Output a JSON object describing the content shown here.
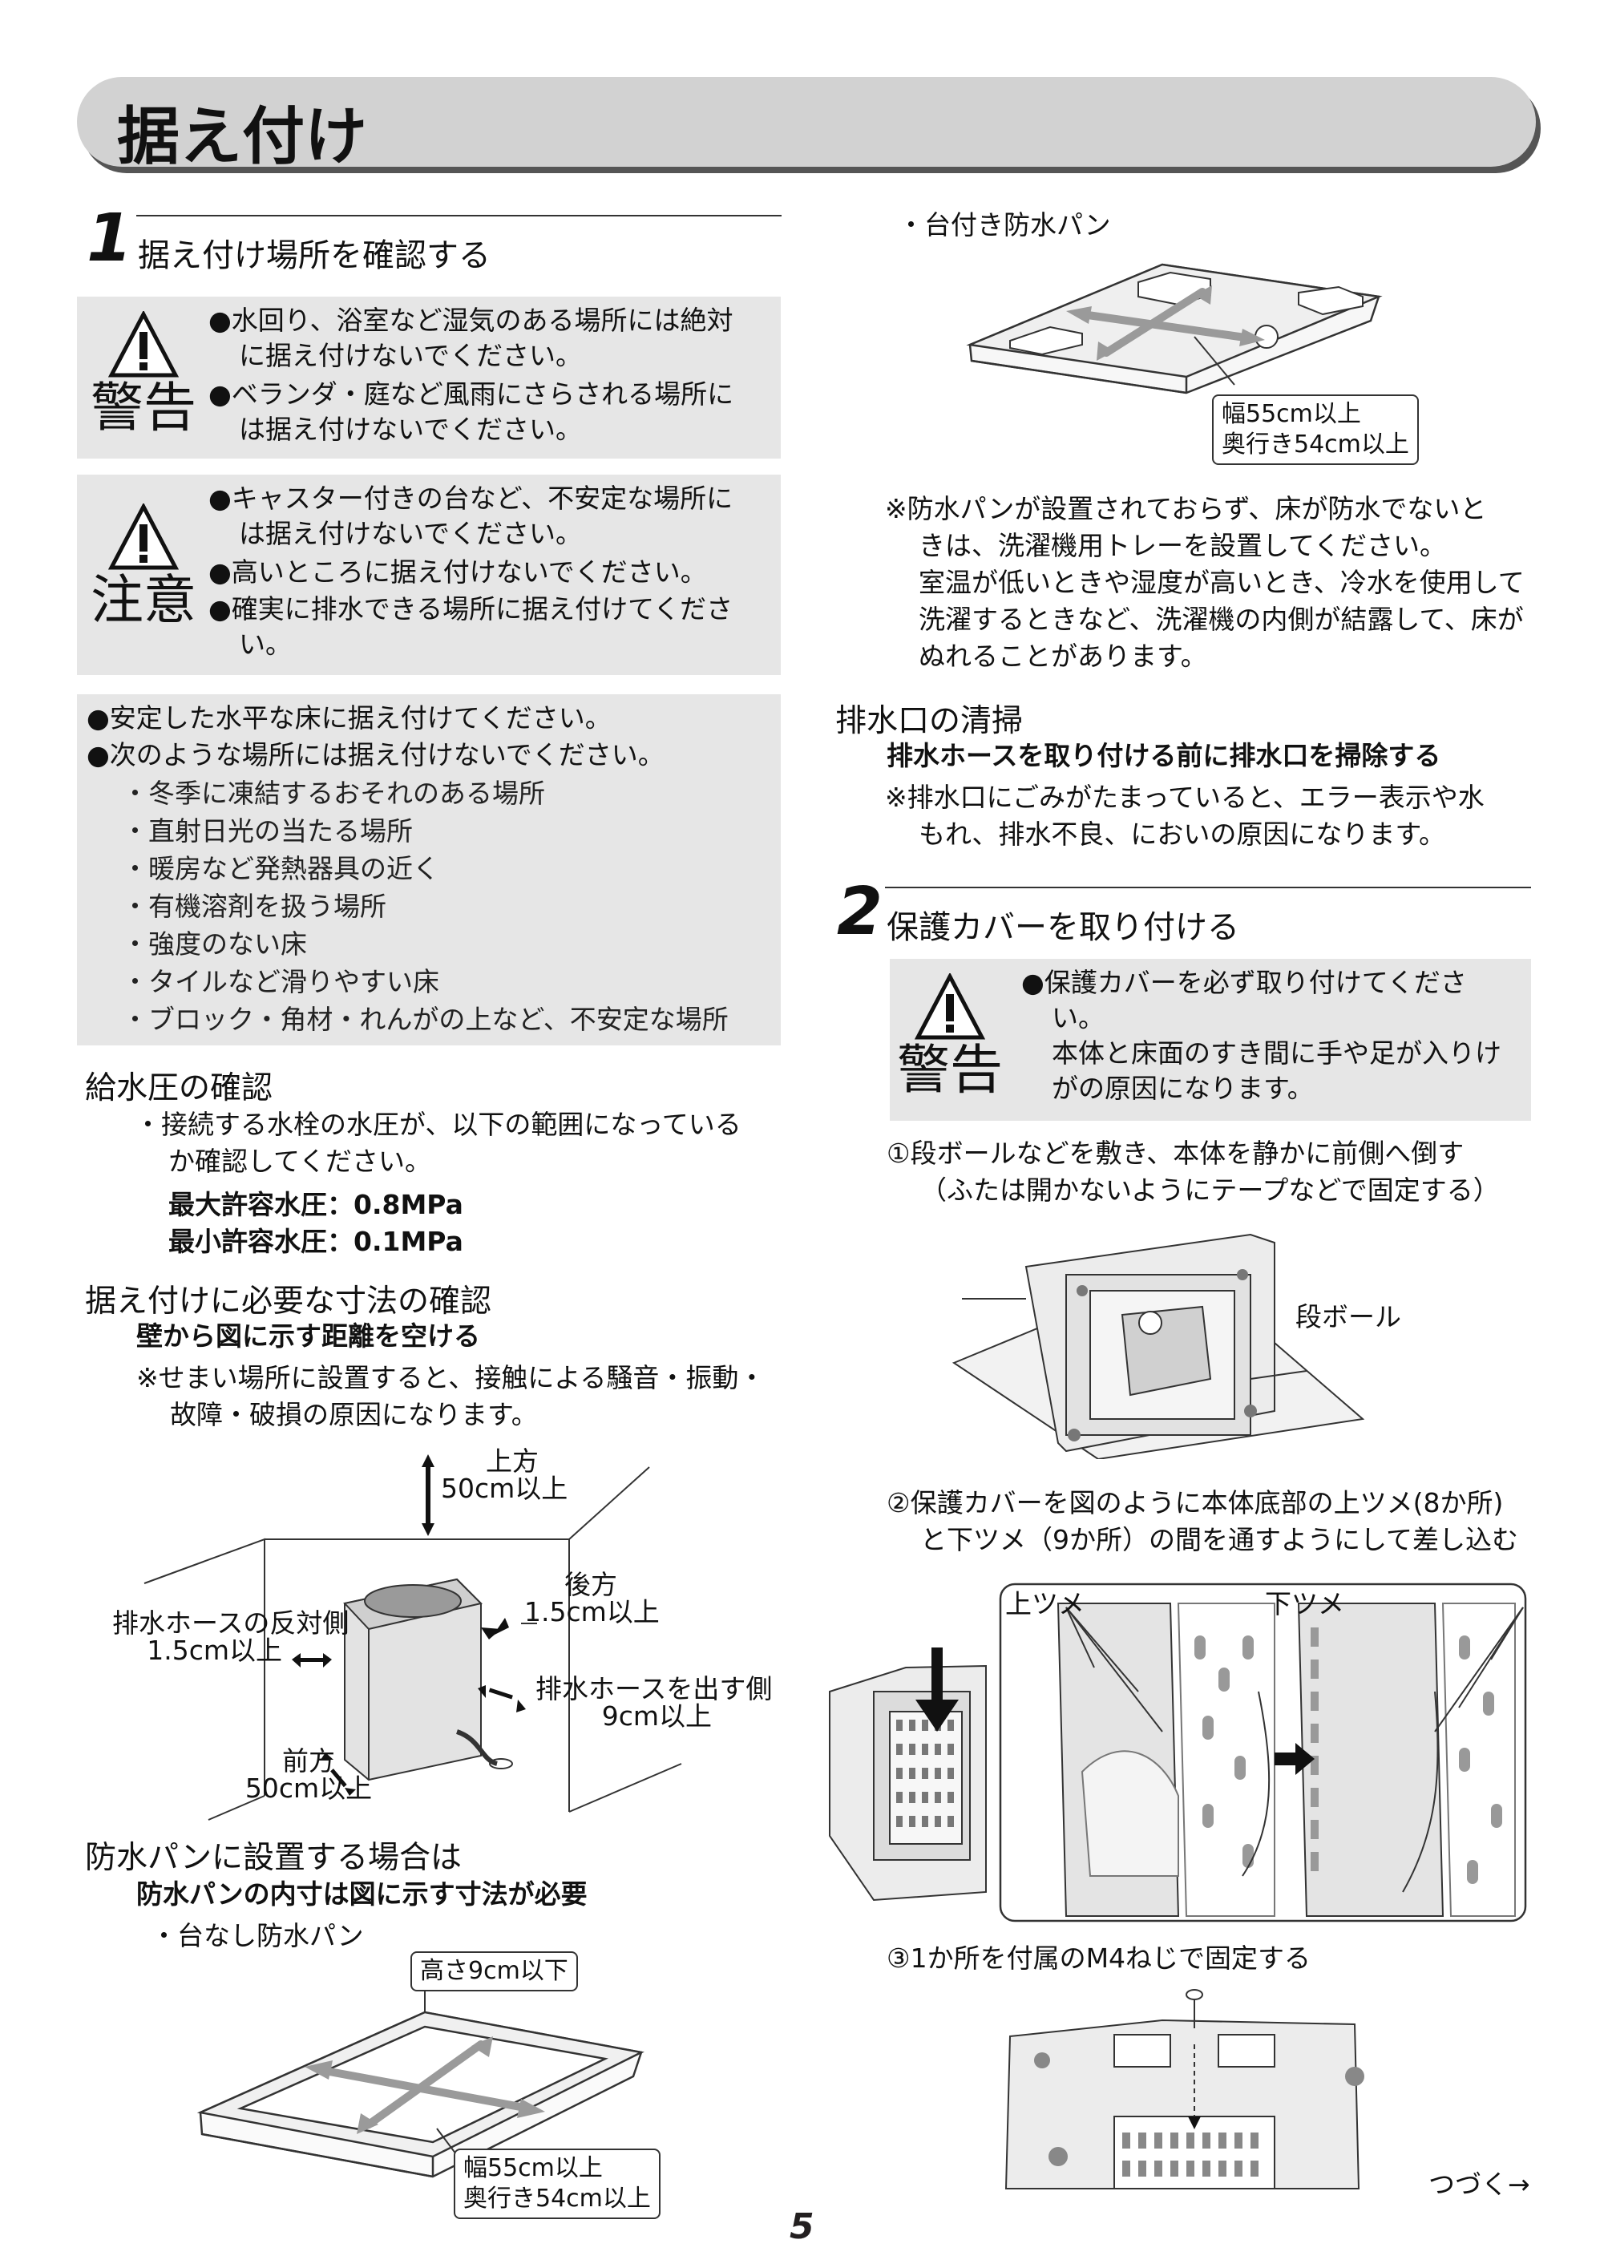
{
  "page_title": "据え付け",
  "section1": {
    "number": "1",
    "title": "据え付け場所を確認する",
    "warning": {
      "label": "警告",
      "items": [
        [
          "●水回り、浴室など湿気のある場所には絶対",
          "に据え付けないでください。"
        ],
        [
          "●ベランダ・庭など風雨にさらされる場所に",
          "は据え付けないでください。"
        ]
      ]
    },
    "caution": {
      "label": "注意",
      "items": [
        [
          "●キャスター付きの台など、不安定な場所に",
          "は据え付けないでください。"
        ],
        [
          "●高いところに据え付けないでください。"
        ],
        [
          "●確実に排水できる場所に据え付けてくださ",
          "い。"
        ]
      ]
    },
    "general": {
      "items": [
        "●安定した水平な床に据え付けてください。",
        "●次のような場所には据え付けないでください。"
      ],
      "places": [
        "・冬季に凍結するおそれのある場所",
        "・直射日光の当たる場所",
        "・暖房など発熱器具の近く",
        "・有機溶剤を扱う場所",
        "・強度のない床",
        "・タイルなど滑りやすい床",
        "・ブロック・角材・れんがの上など、不安定な場所"
      ]
    }
  },
  "water_pressure": {
    "heading": "給水圧の確認",
    "lines": [
      "・接続する水栓の水圧が、以下の範囲になっている",
      "か確認してください。"
    ],
    "max": "最大許容水圧：0.8MPa",
    "min": "最小許容水圧：0.1MPa"
  },
  "dimensions": {
    "heading": "据え付けに必要な寸法の確認",
    "subheading": "壁から図に示す距離を空ける",
    "note": [
      "※せまい場所に設置すると、接触による騒音・振動・",
      "故障・破損の原因になります。"
    ],
    "labels": {
      "top": [
        "上方",
        "50cm以上"
      ],
      "back": [
        "後方",
        "1.5cm以上"
      ],
      "hose_opposite": [
        "排水ホースの反対側",
        "1.5cm以上"
      ],
      "hose_side": [
        "排水ホースを出す側",
        "9cm以上"
      ],
      "front": [
        "前方",
        "50cm以上"
      ]
    }
  },
  "pan": {
    "heading": "防水パンに設置する場合は",
    "subheading": "防水パンの内寸は図に示す寸法が必要",
    "flat_label": "・台なし防水パン",
    "height_callout": "高さ9cm以下",
    "size_callout": [
      "幅55cm以上",
      "奥行き54cm以上"
    ],
    "stand_label": "・台付き防水パン",
    "stand_size_callout": [
      "幅55cm以上",
      "奥行き54cm以上"
    ],
    "note": [
      "※防水パンが設置されておらず、床が防水でないと",
      "きは、洗濯機用トレーを設置してください。",
      "室温が低いときや湿度が高いとき、冷水を使用して",
      "洗濯するときなど、洗濯機の内側が結露して、床が",
      "ぬれることがあります。"
    ]
  },
  "drain": {
    "heading": "排水口の清掃",
    "subheading": "排水ホースを取り付ける前に排水口を掃除する",
    "note": [
      "※排水口にごみがたまっていると、エラー表示や水",
      "もれ、排水不良、においの原因になります。"
    ]
  },
  "section2": {
    "number": "2",
    "title": "保護カバーを取り付ける",
    "warning": {
      "label": "警告",
      "lines": [
        "●保護カバーを必ず取り付けてくださ",
        "い。",
        "本体と床面のすき間に手や足が入りけ",
        "がの原因になります。"
      ]
    },
    "step1": [
      "①段ボールなどを敷き、本体を静かに前側へ倒す",
      "（ふたは開かないようにテープなどで固定する）"
    ],
    "step1_label": "段ボール",
    "step2": [
      "②保護カバーを図のように本体底部の上ツメ(8か所)",
      "と下ツメ（9か所）の間を通すようにして差し込む"
    ],
    "upper_claw": "上ツメ",
    "lower_claw": "下ツメ",
    "step3": "③1か所を付属のM4ねじで固定する",
    "continue": "つづく→"
  },
  "page_number": "5"
}
